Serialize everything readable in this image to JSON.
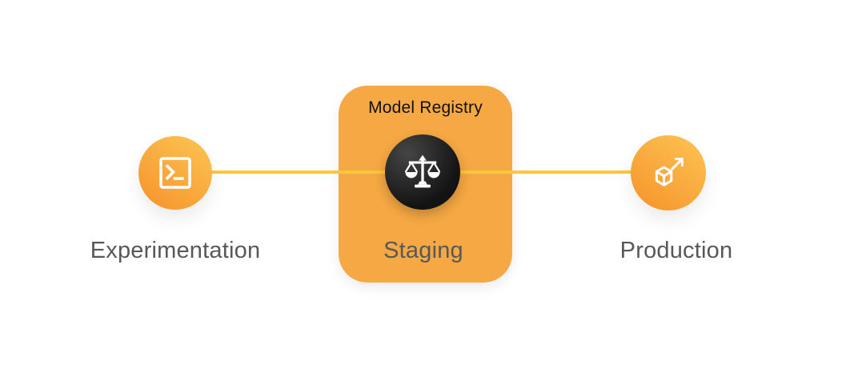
{
  "diagram": {
    "registry": {
      "title": "Model Registry"
    },
    "stages": [
      {
        "id": "experimentation",
        "label": "Experimentation",
        "icon": "terminal-icon"
      },
      {
        "id": "staging",
        "label": "Staging",
        "icon": "balance-scale-icon"
      },
      {
        "id": "production",
        "label": "Production",
        "icon": "cube-deploy-icon"
      }
    ],
    "colors": {
      "bg": "#ffffff",
      "box_orange": "#f5a843",
      "connector": "#fcc838",
      "label_text": "#58585a",
      "title_text": "#111111",
      "circle_grad_top": "#fdc554",
      "circle_grad_bottom": "#f5922a",
      "dark_top": "#454545",
      "dark_bottom": "#131313"
    }
  }
}
